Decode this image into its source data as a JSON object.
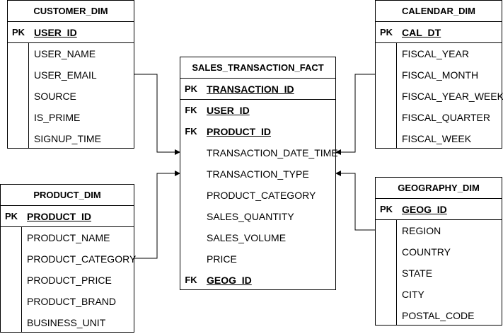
{
  "entities": {
    "customer_dim": {
      "title": "CUSTOMER_DIM",
      "pk": {
        "key": "PK",
        "name": "USER_ID"
      },
      "fields": [
        "USER_NAME",
        "USER_EMAIL",
        "SOURCE",
        "IS_PRIME",
        "SIGNUP_TIME"
      ]
    },
    "calendar_dim": {
      "title": "CALENDAR_DIM",
      "pk": {
        "key": "PK",
        "name": "CAL_DT"
      },
      "fields": [
        "FISCAL_YEAR",
        "FISCAL_MONTH",
        "FISCAL_YEAR_WEEK",
        "FISCAL_QUARTER",
        "FISCAL_WEEK"
      ]
    },
    "sales_transaction_fact": {
      "title": "SALES_TRANSACTION_FACT",
      "pk": {
        "key": "PK",
        "name": "TRANSACTION_ID"
      },
      "rows": [
        {
          "key": "FK",
          "name": "USER_ID"
        },
        {
          "key": "FK",
          "name": "PRODUCT_ID"
        },
        {
          "key": "",
          "name": "TRANSACTION_DATE_TIME"
        },
        {
          "key": "",
          "name": "TRANSACTION_TYPE"
        },
        {
          "key": "",
          "name": "PRODUCT_CATEGORY"
        },
        {
          "key": "",
          "name": "SALES_QUANTITY"
        },
        {
          "key": "",
          "name": "SALES_VOLUME"
        },
        {
          "key": "",
          "name": "PRICE"
        },
        {
          "key": "FK",
          "name": "GEOG_ID"
        }
      ]
    },
    "product_dim": {
      "title": "PRODUCT_DIM",
      "pk": {
        "key": "PK",
        "name": "PRODUCT_ID"
      },
      "fields": [
        "PRODUCT_NAME",
        "PRODUCT_CATEGORY",
        "PRODUCT_PRICE",
        "PRODUCT_BRAND",
        "BUSINESS_UNIT"
      ]
    },
    "geography_dim": {
      "title": "GEOGRAPHY_DIM",
      "pk": {
        "key": "PK",
        "name": "GEOG_ID"
      },
      "fields": [
        "REGION",
        "COUNTRY",
        "STATE",
        "CITY",
        "POSTAL_CODE"
      ]
    }
  },
  "colors": {
    "line": "#000000",
    "background": "#ffffff"
  }
}
